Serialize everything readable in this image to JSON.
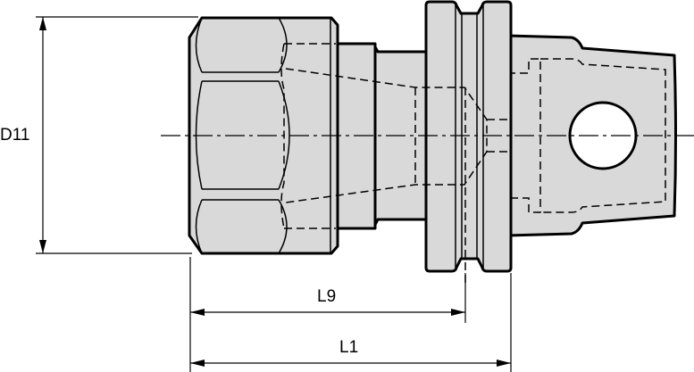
{
  "dimensions": {
    "diameter_label": "D11",
    "length_l9_label": "L9",
    "length_l1_label": "L1"
  },
  "colors": {
    "part_fill": "#d9d9d9",
    "line": "#000000"
  }
}
